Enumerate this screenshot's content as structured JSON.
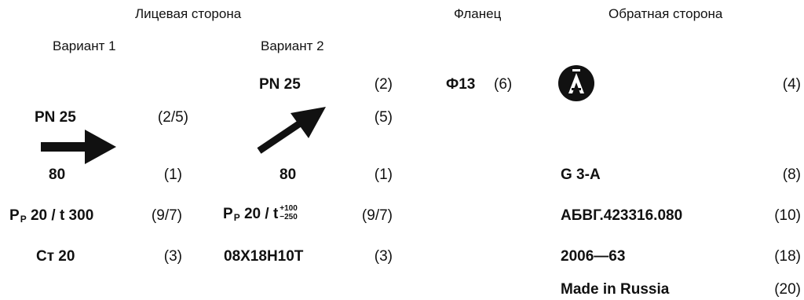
{
  "headers": {
    "face": "Лицевая сторона",
    "flange": "Фланец",
    "back": "Обратная сторона"
  },
  "variant1": {
    "title": "Вариант 1",
    "pn": "PN 25",
    "pn_ref": "(2/5)",
    "dn": "80",
    "dn_ref": "(1)",
    "pressure_prefix": "P",
    "pressure_sub": "P",
    "pressure_rest": " 20 / t 300",
    "pressure_ref": "(9/7)",
    "material": "Ст 20",
    "material_ref": "(3)"
  },
  "variant2": {
    "title": "Вариант 2",
    "pn": "PN 25",
    "pn_ref": "(2)",
    "arrow_ref": "(5)",
    "dn": "80",
    "dn_ref": "(1)",
    "pressure_prefix": "P",
    "pressure_sub": "P",
    "pressure_rest": " 20 / t",
    "tol_upper": "+100",
    "tol_lower": "−250",
    "pressure_ref": "(9/7)",
    "material": "08Х18Н10Т",
    "material_ref": "(3)"
  },
  "flange": {
    "size": "Ф13",
    "size_ref": "(6)"
  },
  "back": {
    "logo_ref": "(4)",
    "code": "G 3-A",
    "code_ref": "(8)",
    "designation": "АБВГ.423316.080",
    "designation_ref": "(10)",
    "year": "2006—63",
    "year_ref": "(18)",
    "origin": "Made in Russia",
    "origin_ref": "(20)"
  }
}
